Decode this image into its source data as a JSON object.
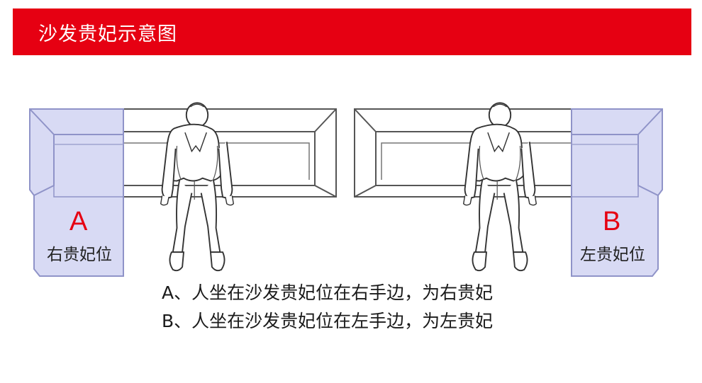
{
  "header": {
    "title": "沙发贵妃示意图"
  },
  "diagram": {
    "left": {
      "letter": "A",
      "name": "右贵妃位"
    },
    "right": {
      "letter": "B",
      "name": "左贵妃位"
    }
  },
  "captions": [
    "A、人坐在沙发贵妃位在右手边，为右贵妃",
    "B、人坐在沙发贵妃位在左手边，为左贵妃"
  ],
  "colors": {
    "header_red": "#e60012",
    "chaise_fill": "#d8daf4",
    "chaise_stroke": "#8f93c8",
    "letter_red": "#e60012"
  },
  "icons": [
    "person-top-view-icon"
  ]
}
